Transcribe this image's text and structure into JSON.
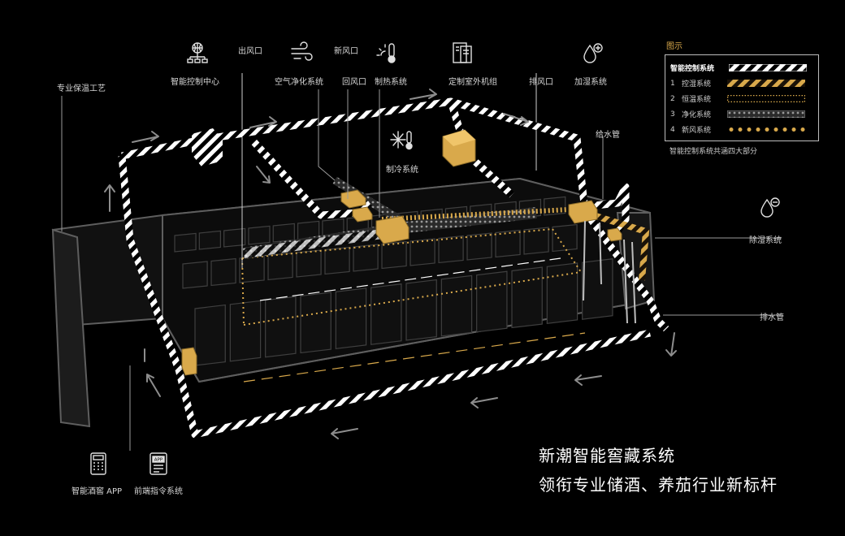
{
  "labels": {
    "control_center": "智能控制中心",
    "outlet": "出风口",
    "air_purify": "空气净化系统",
    "fresh_inlet": "新风口",
    "return_inlet": "回风口",
    "heating": "制热系统",
    "outdoor_unit": "定制室外机组",
    "exhaust": "排风口",
    "humidify": "加湿系统",
    "water_supply": "给水管",
    "cooling": "制冷系统",
    "insulation": "专业保温工艺",
    "dehumidify": "除湿系统",
    "drain": "排水管",
    "app": "智能酒窖 APP",
    "frontend": "前端指令系统"
  },
  "legend": {
    "title": "图示",
    "main": "智能控制系统",
    "items": [
      {
        "num": "1",
        "name": "控湿系统"
      },
      {
        "num": "2",
        "name": "恒温系统"
      },
      {
        "num": "3",
        "name": "净化系统"
      },
      {
        "num": "4",
        "name": "新风系统"
      }
    ],
    "note": "智能控制系统共涵四大部分"
  },
  "headline": {
    "line1": "新潮智能窖藏系统",
    "line2": "领衔专业储酒、养茄行业新标杆"
  },
  "colors": {
    "gold": "#d9a94b",
    "white": "#ffffff",
    "gray": "#8a8a8a"
  },
  "icons": {
    "control_center": "network-icon",
    "air_purify": "wind-icon",
    "heating": "sun-thermometer-icon",
    "outdoor_unit": "outdoor-unit-icon",
    "humidify": "drop-plus-icon",
    "cooling": "snowflake-thermometer-icon",
    "dehumidify": "drop-minus-icon",
    "app": "calculator-phone-icon",
    "frontend": "app-panel-icon"
  }
}
